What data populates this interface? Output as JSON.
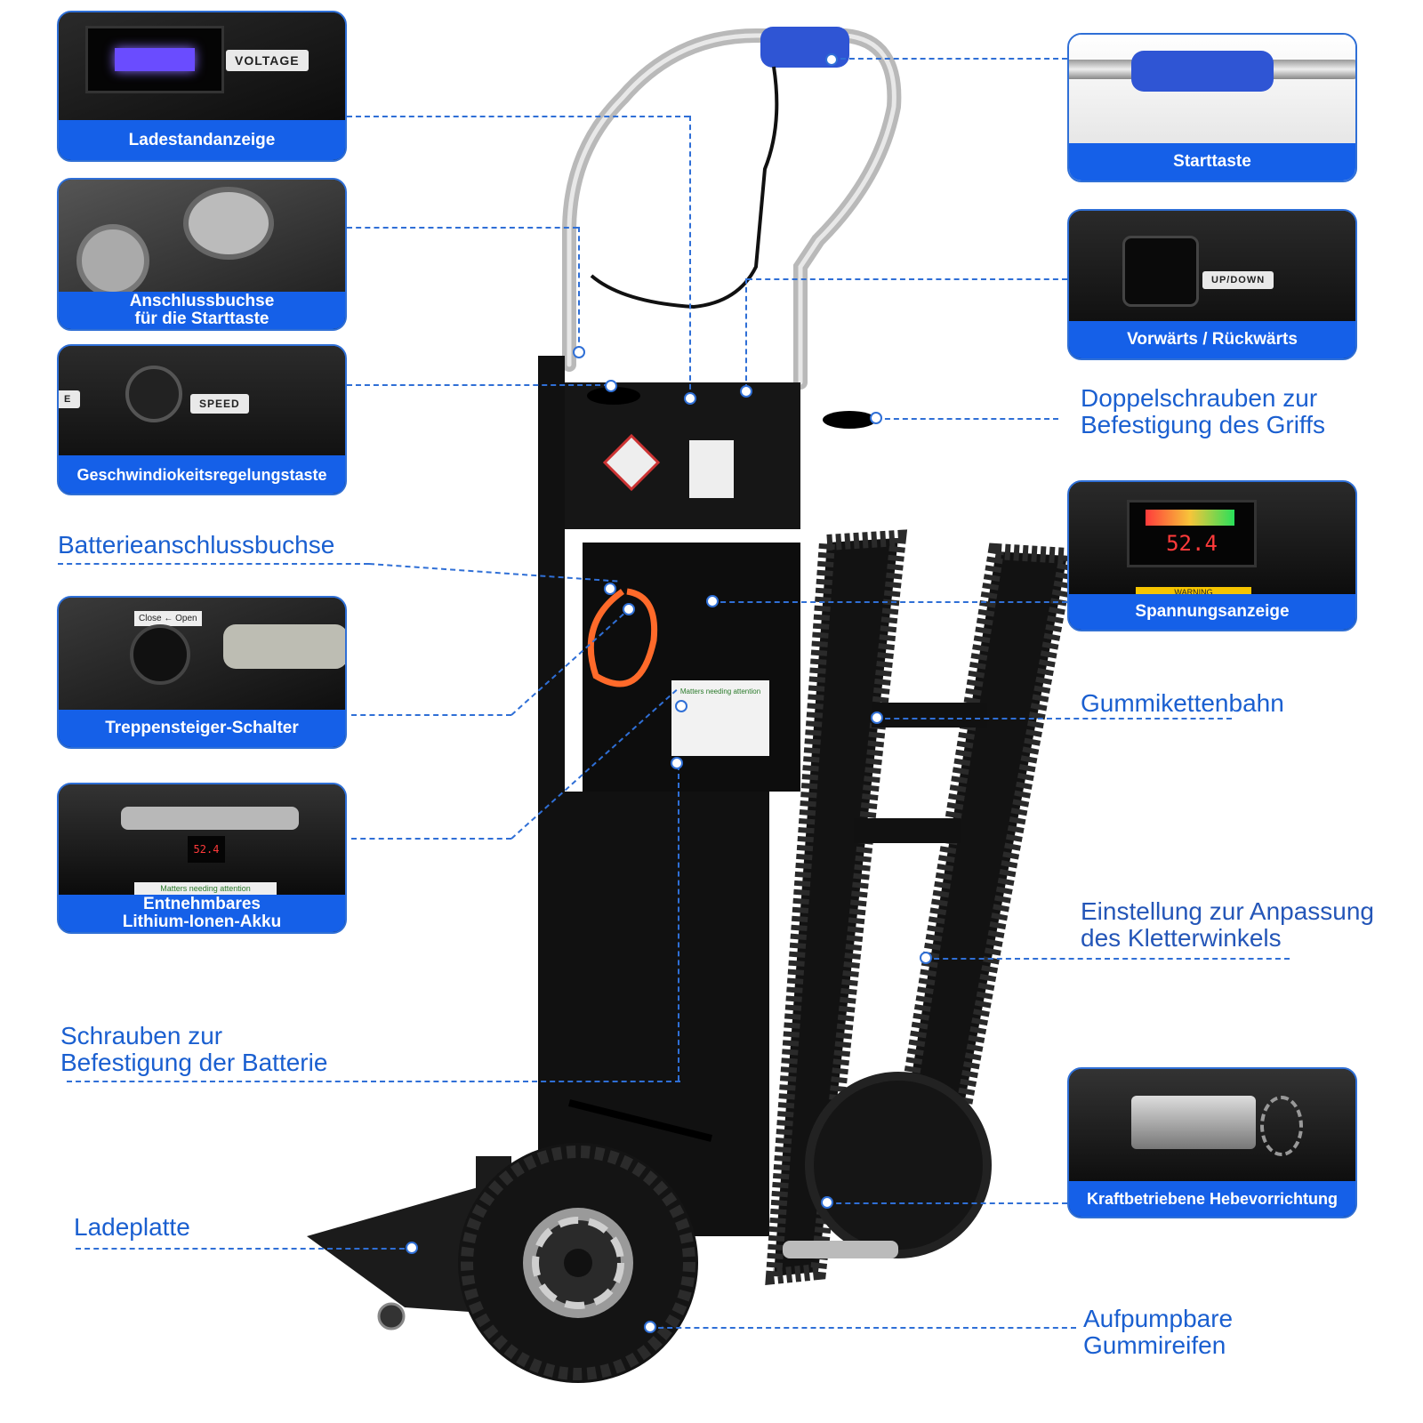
{
  "cards": {
    "battery_level": {
      "caption": "Ladestandanzeige",
      "tag": "VOLTAGE"
    },
    "start_socket": {
      "caption_line1": "Anschlussbuchse",
      "caption_line2": "für die Starttaste"
    },
    "speed": {
      "caption": "Geschwindiokeitsregelungstaste",
      "tag": "SPEED",
      "edge_tag": "E"
    },
    "stair_switch": {
      "caption": "Treppensteiger-Schalter",
      "knob_label": "Close ← Open"
    },
    "battery_pack": {
      "caption_line1": "Entnehmbares",
      "caption_line2": "Lithium-Ionen-Akku",
      "sticker": "Matters needing attention",
      "display": "52.4"
    },
    "start_button": {
      "caption": "Starttaste"
    },
    "direction": {
      "caption": "Vorwärts / Rückwärts",
      "tag": "UP/DOWN"
    },
    "voltage_display": {
      "caption": "Spannungsanzeige",
      "display": "52.4",
      "warning": "WARNING"
    },
    "lift": {
      "caption": "Kraftbetriebene Hebevorrichtung"
    }
  },
  "labels": {
    "battery_socket": "Batterieanschlussbuchse",
    "double_screws_line1": "Doppelschrauben zur",
    "double_screws_line2": "Befestigung des Griffs",
    "track": "Gummikettenbahn",
    "angle_line1": "Einstellung zur Anpassung",
    "angle_line2": "des Kletterwinkels",
    "battery_screws_line1": "Schrauben zur",
    "battery_screws_line2": "Befestigung der Batterie",
    "plate": "Ladeplatte",
    "tires_line1": "Aufpumpbare",
    "tires_line2": "Gummireifen"
  },
  "product": {
    "sticker": "Matters needing attention"
  },
  "colors": {
    "accent": "#1560e8",
    "label": "#1a5fd0",
    "handle": "#2f55d4"
  }
}
